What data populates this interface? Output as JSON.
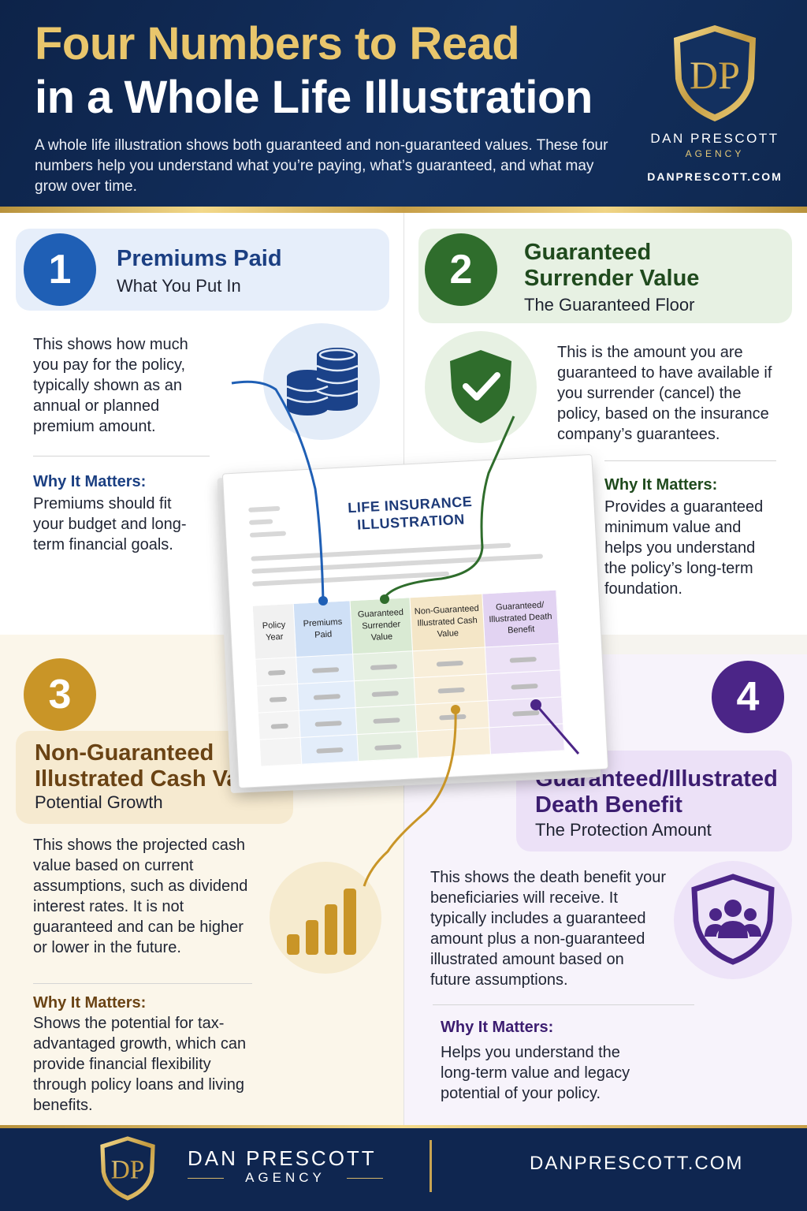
{
  "header": {
    "title_line1": "Four Numbers to Read",
    "title_line2": "in a Whole Life Illustration",
    "subtitle": "A whole life illustration shows both guaranteed and non-guaranteed values. These four numbers help you understand what you’re paying, what’s guaranteed, and what may grow over time.",
    "logo_letters": "DP",
    "brand_name": "DAN PRESCOTT",
    "brand_agency": "AGENCY",
    "brand_url": "DANPRESCOTT.COM"
  },
  "sections": [
    {
      "number": "1",
      "title": "Premiums Paid",
      "subtitle": "What You Put In",
      "body": "This shows how much you pay for the policy, typically shown as an annual or planned premium amount.",
      "why_title": "Why It Matters:",
      "why_text": "Premiums should fit your budget and long-term financial goals.",
      "icon": "coins-icon",
      "color": "#1f5fb5"
    },
    {
      "number": "2",
      "title": "Guaranteed Surrender Value",
      "subtitle": "The Guaranteed Floor",
      "body": "This is the amount you are guaranteed to have available if you surrender (cancel) the policy, based on the insurance company’s guarantees.",
      "why_title": "Why It Matters:",
      "why_text": "Provides a guaranteed minimum value and helps you understand the policy’s long-term foundation.",
      "icon": "shield-check-icon",
      "color": "#2f6d2c"
    },
    {
      "number": "3",
      "title": "Non-Guaranteed Illustrated Cash Value",
      "subtitle": "Potential Growth",
      "body": "This shows the projected cash value based on current assumptions, such as dividend interest rates. It is not guaranteed and can be higher or lower in the future.",
      "why_title": "Why It Matters:",
      "why_text": "Shows the potential for tax-advantaged growth, which can provide financial flexibility through policy loans and living benefits.",
      "icon": "bar-chart-icon",
      "color": "#c99527"
    },
    {
      "number": "4",
      "title": "Guaranteed/Illustrated Death Benefit",
      "subtitle": "The Protection Amount",
      "body": "This shows the death benefit your beneficiaries will receive. It typically includes a guaranteed amount plus a non-guaranteed illustrated amount based on future assumptions.",
      "why_title": "Why It Matters:",
      "why_text": "Helps you understand the long-term value and legacy potential of your policy.",
      "icon": "shield-people-icon",
      "color": "#4b2587"
    }
  ],
  "document": {
    "title": "LIFE INSURANCE ILLUSTRATION",
    "columns": [
      "Policy Year",
      "Premiums Paid",
      "Guaranteed Surrender Value",
      "Non-Guaranteed Illustrated Cash Value",
      "Guaranteed/ Illustrated Death Benefit"
    ]
  },
  "footer": {
    "logo_letters": "DP",
    "brand_name": "DAN PRESCOTT",
    "brand_agency": "AGENCY",
    "url": "DANPRESCOTT.COM"
  }
}
